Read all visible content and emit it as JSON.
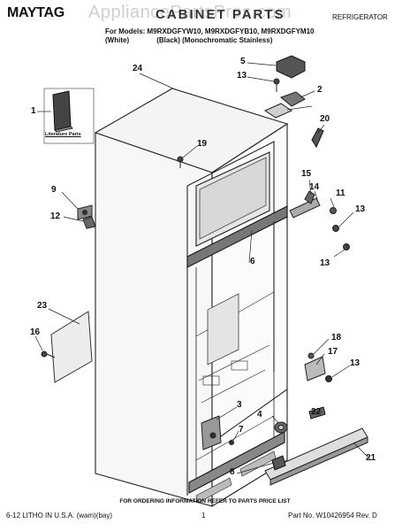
{
  "header": {
    "brand": "MAYTAG",
    "watermark": "AppliancePartsPros.com",
    "title": "CABINET PARTS",
    "category": "REFRIGERATOR",
    "models_line": "For Models: M9RXDGFYW10, M9RXDGFYB10, M9RXDGFYM10",
    "colors_line": "(White)              (Black) (Monochromatic Stainless)"
  },
  "labels": {
    "literature_parts": "Literature Parts"
  },
  "callouts": {
    "c1": "1",
    "c2": "2",
    "c3": "3",
    "c4": "4",
    "c5": "5",
    "c6": "6",
    "c7": "7",
    "c8": "8",
    "c9": "9",
    "c11": "11",
    "c12": "12",
    "c13a": "13",
    "c13b": "13",
    "c13c": "13",
    "c13d": "13",
    "c14": "14",
    "c15": "15",
    "c16": "16",
    "c17": "17",
    "c18": "18",
    "c19": "19",
    "c20": "20",
    "c21": "21",
    "c22": "22",
    "c23": "23",
    "c24": "24"
  },
  "footer": {
    "note": "FOR ORDERING INFORMATION REFER TO PARTS PRICE LIST",
    "left": "6-12 LITHO IN U.S.A. (wam)(bay)",
    "page": "1",
    "right": "Part No. W10426954 Rev. D"
  }
}
